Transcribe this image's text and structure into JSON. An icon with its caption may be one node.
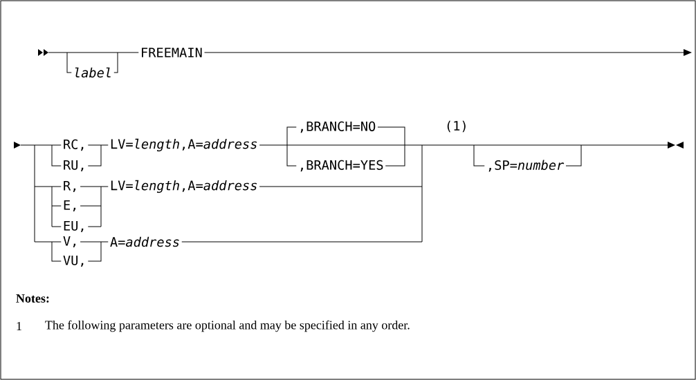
{
  "diagram": {
    "labels": [
      "FREEMAIN",
      "label",
      "(1)",
      ",BRANCH=NO",
      "RC,",
      "LV=*length*,A=*address*",
      ",BRANCH=YES",
      "RU,",
      ",SP=*number*",
      "R,",
      "LV=*length*,A=*address*",
      "E,",
      "EU,",
      "V,",
      "A=*address*",
      "VU,",
      "Notes:",
      "1",
      "The following parameters are optional and may be specified in any order."
    ]
  }
}
